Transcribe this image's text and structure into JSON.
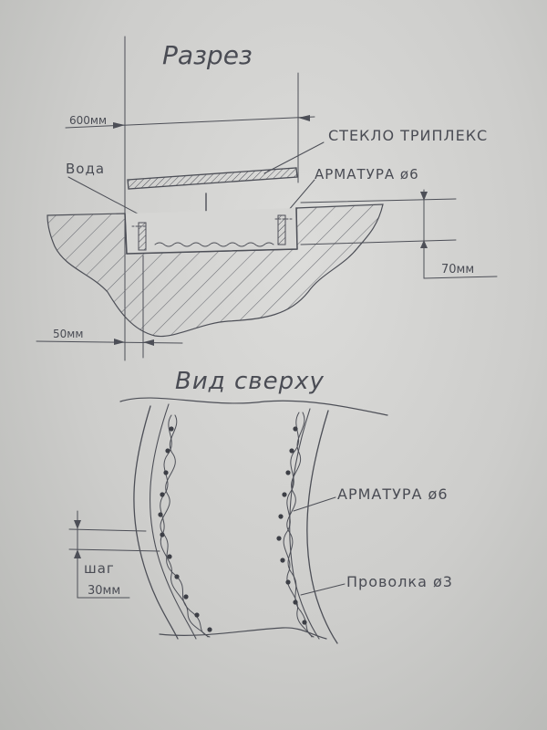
{
  "section": {
    "title": "Разрез",
    "width_label": "600мм",
    "glass_label": "СТЕКЛО ТРИПЛЕКС",
    "water_label": "Вода",
    "rebar_label": "АРМАТУРА ø6",
    "depth_label": "70мм",
    "offset_label": "50мм"
  },
  "plan": {
    "title": "Вид сверху",
    "rebar_label": "АРМАТУРА ø6",
    "pitch_label": "шаг",
    "pitch_value": "30мм",
    "wire_label": "Проволка ø3"
  },
  "colors": {
    "paper": "#d3d3d1",
    "ink": "#4d4f57"
  }
}
